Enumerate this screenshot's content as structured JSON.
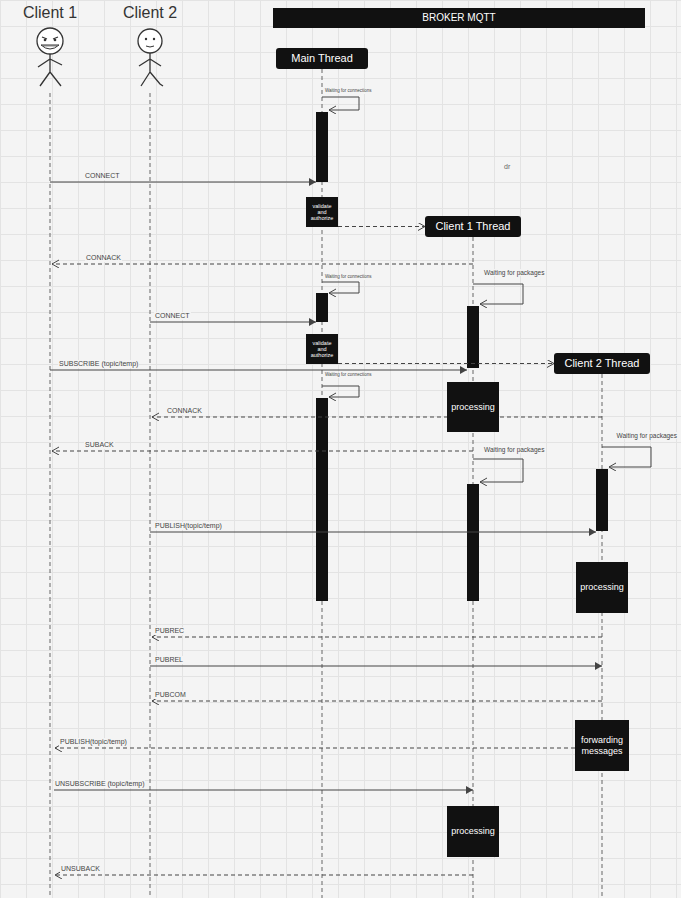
{
  "diagram": {
    "nodes": [
      {
        "text": [
          "Client 1"
        ]
      },
      {
        "text": [
          "Client 2"
        ]
      },
      {
        "text": [
          "BROKER MQTT"
        ]
      },
      {
        "text": [
          "Main Thread"
        ]
      },
      {
        "text": [
          "validate and authorize"
        ]
      },
      {
        "text": [
          "Client 1 Thread"
        ]
      },
      {
        "text": [
          "validate and authorize"
        ]
      },
      {
        "text": [
          "Client 2 Thread"
        ]
      },
      {
        "text": [
          "processing"
        ]
      },
      {
        "text": [
          "processing"
        ]
      },
      {
        "text": [
          "forwarding messages"
        ]
      },
      {
        "text": [
          "processing"
        ]
      }
    ],
    "edges": [
      {
        "from": 0,
        "to": 3,
        "label": "CONNECT",
        "arrow": "to"
      },
      {
        "from": 4,
        "to": 5,
        "arrow": "to"
      },
      {
        "from": 5,
        "to": 0,
        "label": "CONNACK",
        "arrow": "to"
      },
      {
        "from": 1,
        "to": 3,
        "label": "CONNECT",
        "arrow": "to"
      },
      {
        "from": 6,
        "to": 7,
        "arrow": "to"
      },
      {
        "from": 0,
        "to": 5,
        "label": "SUBSCRIBE (topic/temp)",
        "arrow": "to"
      },
      {
        "from": 7,
        "to": 1,
        "label": "CONNACK",
        "arrow": "to"
      },
      {
        "from": 5,
        "to": 0,
        "label": "SUBACK",
        "arrow": "to"
      },
      {
        "from": 1,
        "to": 7,
        "label": "PUBLISH(topic/temp)",
        "arrow": "to"
      },
      {
        "from": 7,
        "to": 1,
        "label": "PUBREC",
        "arrow": "to"
      },
      {
        "from": 1,
        "to": 7,
        "label": "PUBREL",
        "arrow": "to"
      },
      {
        "from": 7,
        "to": 1,
        "label": "PUBCOM",
        "arrow": "to"
      },
      {
        "from": 10,
        "to": 0,
        "label": "PUBLISH(topic/temp)",
        "arrow": "to"
      },
      {
        "from": 0,
        "to": 5,
        "label": "UNSUBSCRIBE (topic/temp)",
        "arrow": "to"
      },
      {
        "from": 5,
        "to": 0,
        "label": "UNSUBACK",
        "arrow": "to"
      }
    ],
    "labels": [
      "Waiting for connections",
      "dr",
      "Waiting for packages",
      "Waiting for connections",
      "Waiting for connections",
      "Waiting for packages",
      "Waiting for packages"
    ]
  }
}
